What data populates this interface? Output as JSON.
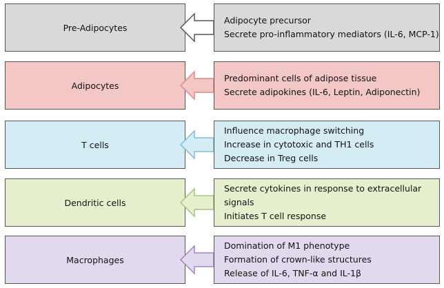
{
  "rows": [
    {
      "label": "Pre-Adipocytes",
      "lines": [
        "Adipocyte precursor",
        "Secrete pro-inflammatory mediators (IL-6, MCP-1)"
      ],
      "box_fill": "#d9d9d9",
      "arrow_fill": "#ffffff",
      "arrow_stroke": "#555555"
    },
    {
      "label": "Adipocytes",
      "lines": [
        "Predominant cells of adipose tissue",
        "Secrete adipokines (IL-6, Leptin, Adiponectin)"
      ],
      "box_fill": "#f4c7c7",
      "arrow_fill": "#f4c7c7",
      "arrow_stroke": "#e08a8a"
    },
    {
      "label": "T cells",
      "lines": [
        "Influence macrophage switching",
        "Increase in cytotoxic and TH1 cells",
        "Decrease in Treg cells"
      ],
      "box_fill": "#d4ecf4",
      "arrow_fill": "#d4ecf4",
      "arrow_stroke": "#7fbdd6"
    },
    {
      "label": "Dendritic cells",
      "lines": [
        "Secrete cytokines in response to extracellular signals",
        "Initiates T cell response"
      ],
      "box_fill": "#e6f0cf",
      "arrow_fill": "#e6f0cf",
      "arrow_stroke": "#a9c47a"
    },
    {
      "label": "Macrophages",
      "lines": [
        "Domination of M1 phenotype",
        "Formation of crown-like structures",
        "Release of IL-6, TNF-α and IL-1β"
      ],
      "box_fill": "#e3d9ee",
      "arrow_fill": "#e3d9ee",
      "arrow_stroke": "#9f88c0"
    }
  ]
}
